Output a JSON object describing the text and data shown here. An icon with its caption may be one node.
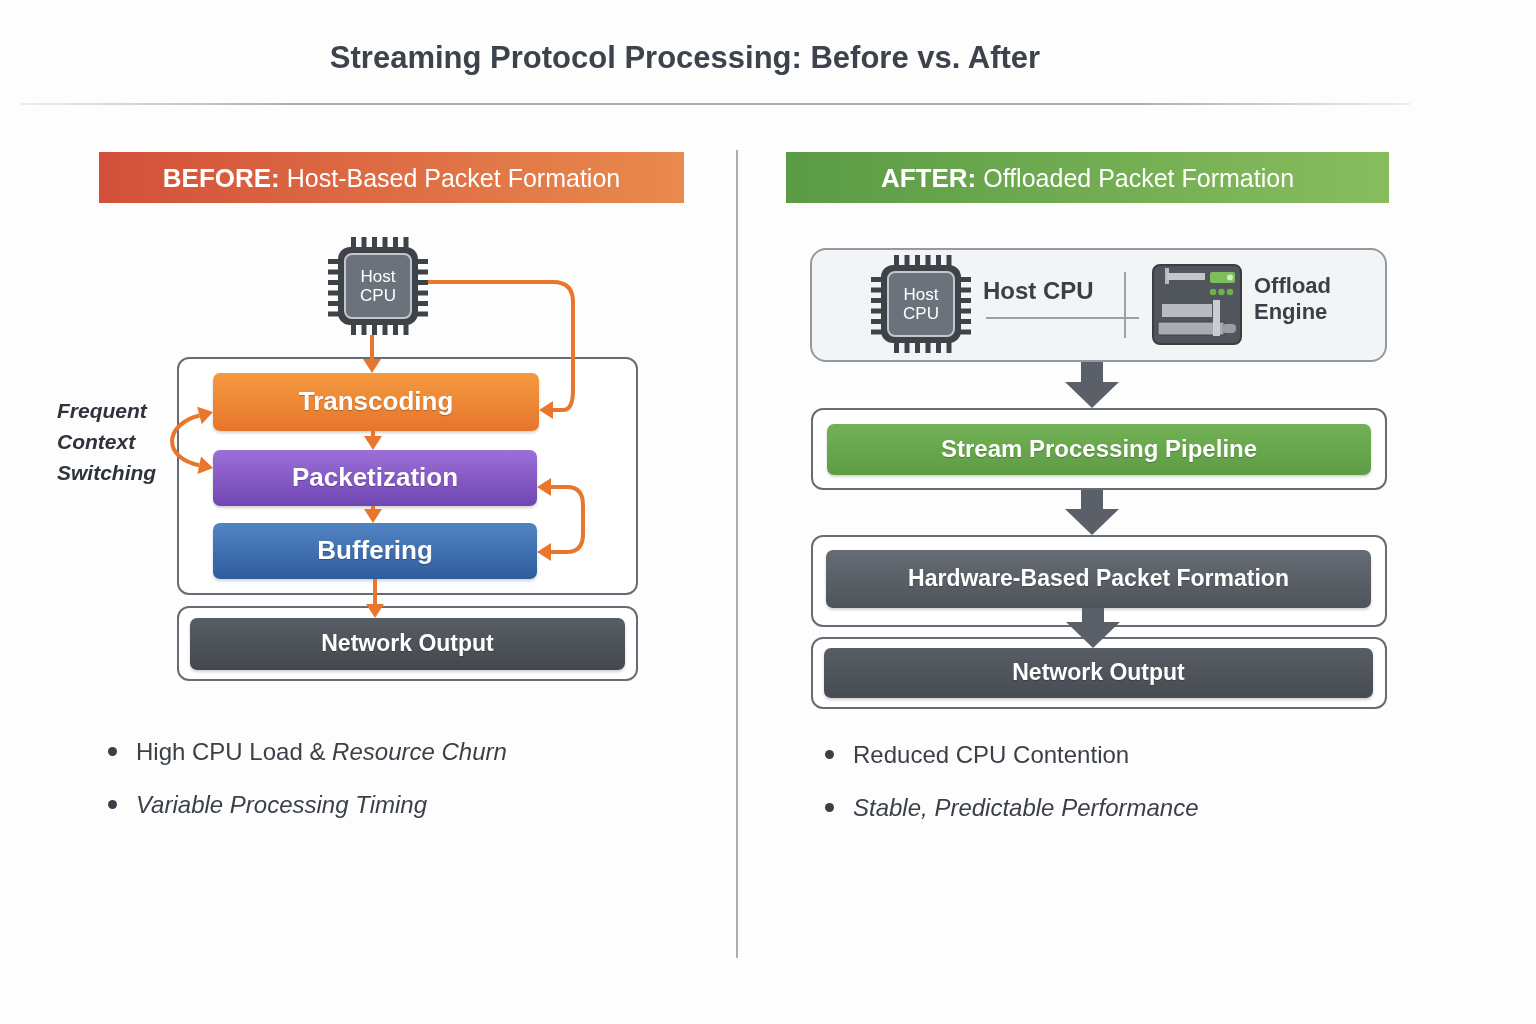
{
  "diagram": {
    "title": "Streaming Protocol Processing: Before vs. After",
    "nodes": [
      {
        "text": [
          "**BEFORE:** Host-Based Packet Formation"
        ]
      },
      {
        "text": [
          "Host CPU"
        ]
      },
      {
        "text": [],
        "shape": "box"
      },
      {
        "text": [
          "Transcoding"
        ],
        "in": 2
      },
      {
        "text": [
          "Packetization"
        ],
        "in": 2
      },
      {
        "text": [
          "Buffering"
        ],
        "in": 2
      },
      {
        "text": [],
        "shape": "box"
      },
      {
        "text": [
          "Network Output"
        ],
        "in": 6
      },
      {
        "text": [
          "**AFTER:** Offloaded Packet Formation"
        ]
      },
      {
        "text": [],
        "shape": "box"
      },
      {
        "text": [
          "Host CPU"
        ],
        "beside": [
          "Host CPU"
        ],
        "in": 9
      },
      {
        "text": [],
        "shape": "picture",
        "beside": [
          "Offload Engine"
        ],
        "in": 9
      },
      {
        "text": [],
        "shape": "box"
      },
      {
        "text": [
          "Stream Processing Pipeline"
        ],
        "in": 12
      },
      {
        "text": [],
        "shape": "box"
      },
      {
        "text": [
          "Hardware-Based Packet Formation"
        ],
        "in": 14
      },
      {
        "text": [],
        "shape": "box"
      },
      {
        "text": [
          "Network Output"
        ],
        "in": 16
      }
    ],
    "edges": [
      {
        "from": 1,
        "to": 3,
        "arrow": "to"
      },
      {
        "from": 1,
        "to": 3,
        "arrow": "to"
      },
      {
        "from": 3,
        "to": 4,
        "arrow": "both",
        "label": "Frequent Context Switching"
      },
      {
        "from": 3,
        "to": 4,
        "arrow": "to"
      },
      {
        "from": 4,
        "to": 5,
        "arrow": "to"
      },
      {
        "from": 4,
        "to": 5,
        "arrow": "both"
      },
      {
        "from": 5,
        "to": 7,
        "arrow": "to"
      },
      {
        "from": 9,
        "to": 12,
        "arrow": "to",
        "style": "thick",
        "color": "#5b6068"
      },
      {
        "from": 12,
        "to": 14,
        "arrow": "to",
        "style": "thick",
        "color": "#5b6068"
      },
      {
        "from": 15,
        "to": 17,
        "arrow": "to",
        "style": "thick",
        "color": "#5b6068"
      }
    ],
    "labels": [
      "High CPU Load & *Resource Churn*",
      "Variable Processing Timing",
      "Reduced CPU Contention",
      "Stable, Predictable Performance"
    ]
  }
}
